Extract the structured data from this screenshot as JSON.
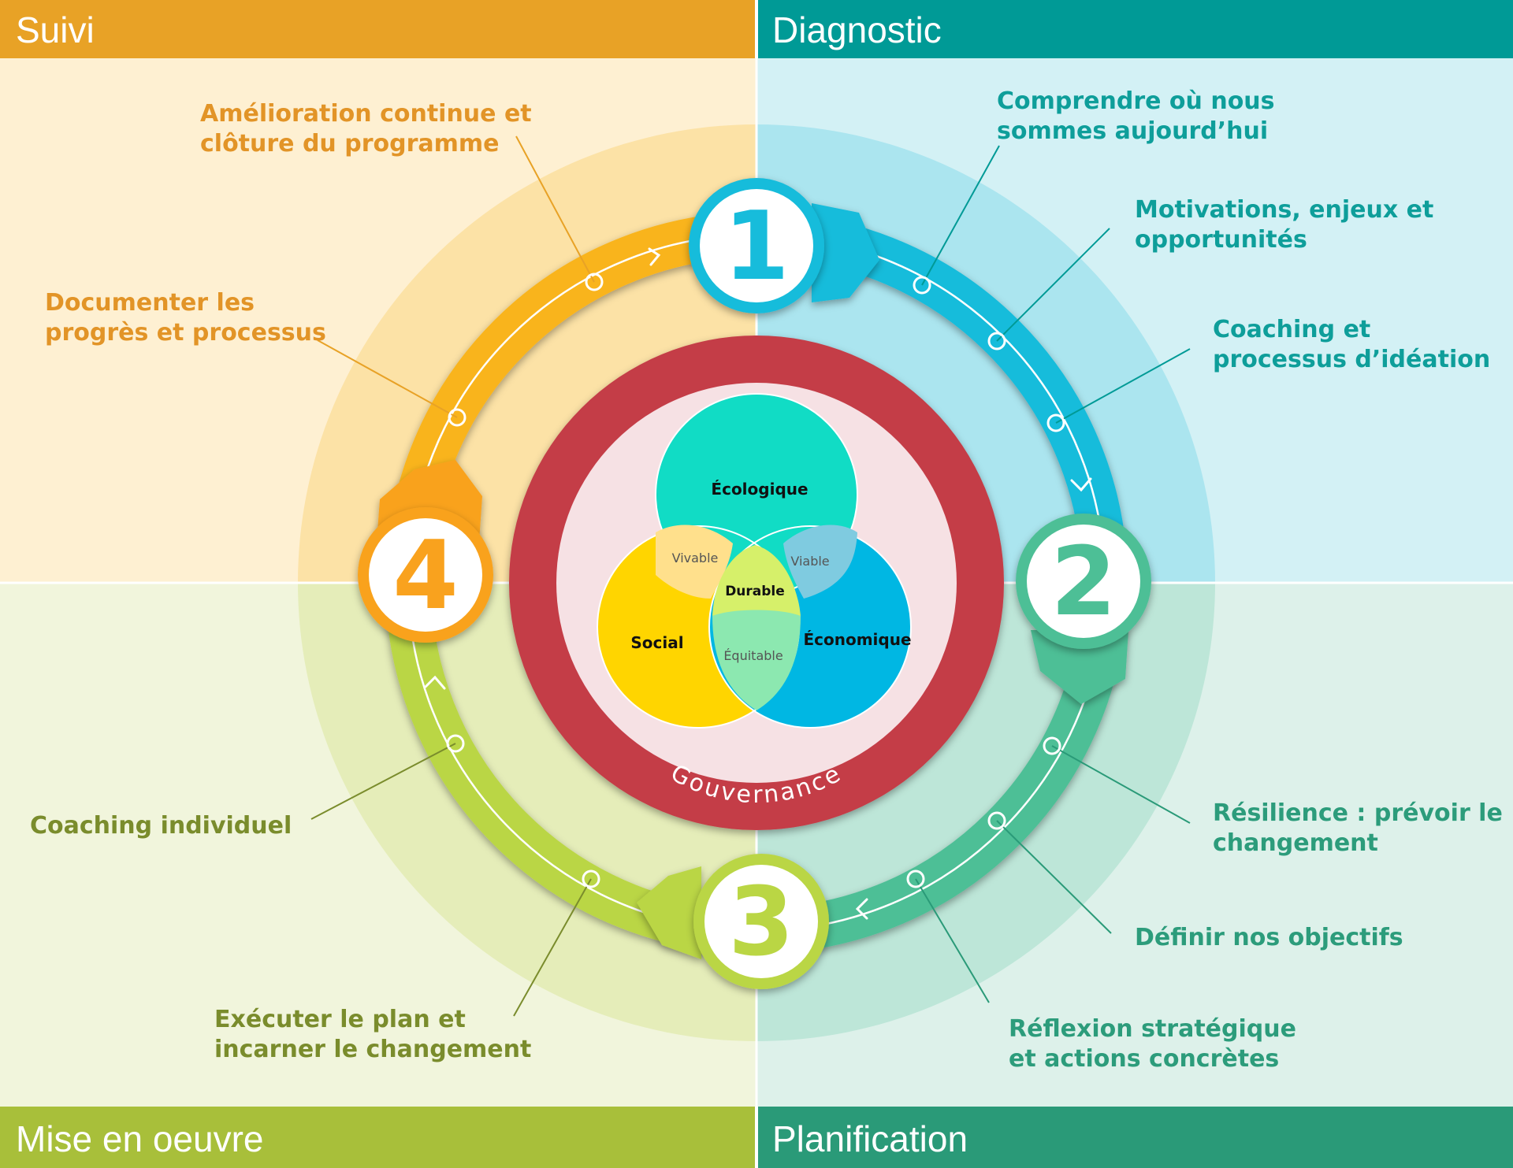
{
  "colors": {
    "suivi": "#E8A226",
    "diagnostic": "#009A96",
    "mise_en_oeuvre": "#A8BF3A",
    "planification": "#2A9A78",
    "gouvernance": "#C43D47"
  },
  "quadrants": {
    "suivi": "Suivi",
    "diagnostic": "Diagnostic",
    "mise_en_oeuvre": "Mise en oeuvre",
    "planification": "Planification"
  },
  "steps": [
    "1",
    "2",
    "3",
    "4"
  ],
  "labels": {
    "suivi": [
      [
        "Amélioration continue et",
        "clôture du programme"
      ],
      [
        "Documenter les",
        "progrès et processus"
      ]
    ],
    "diagnostic": [
      [
        "Comprendre où nous",
        "sommes aujourd’hui"
      ],
      [
        "Motivations, enjeux et",
        "opportunités"
      ],
      [
        "Coaching et",
        "processus d’idéation"
      ]
    ],
    "planification": [
      [
        "Résilience : prévoir le",
        "changement"
      ],
      [
        "Définir nos objectifs"
      ],
      [
        "Réflexion stratégique",
        "et actions concrètes"
      ]
    ],
    "mise_en_oeuvre": [
      [
        "Coaching individuel"
      ],
      [
        "Exécuter le plan et",
        "incarner le changement"
      ]
    ]
  },
  "center": {
    "ring_label": "Gouvernance",
    "ecologique": "Écologique",
    "social": "Social",
    "economique": "Économique",
    "vivable": "Vivable",
    "viable": "Viable",
    "equitable": "Équitable",
    "durable": "Durable"
  }
}
